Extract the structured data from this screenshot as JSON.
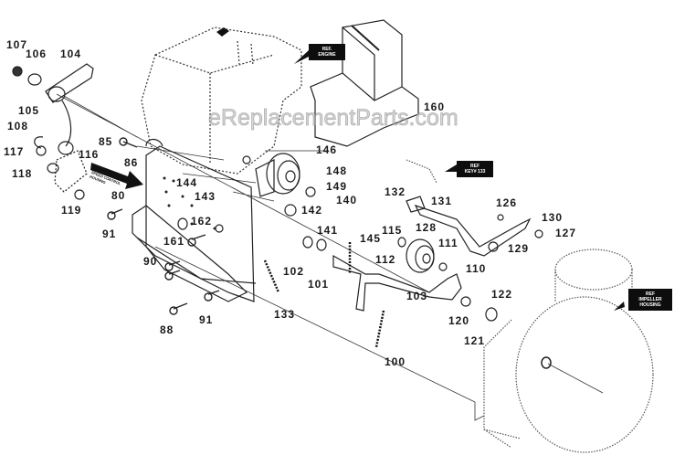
{
  "watermark": "eReplacementParts.com",
  "callouts": {
    "engine": "REF.\nENGINE",
    "key133": "REF\nKEY# 133",
    "impeller": "REF\nIMPELLER\nHOUSING"
  },
  "arrow_text": "SPEED CONTROL\nHOUSING",
  "parts": {
    "p107": "107",
    "p106": "106",
    "p104": "104",
    "p105": "105",
    "p108": "108",
    "p117": "117",
    "p116": "116",
    "p118": "118",
    "p119": "119",
    "p85": "85",
    "p86": "86",
    "p80": "80",
    "p91a": "91",
    "p91b": "91",
    "p144": "144",
    "p143": "143",
    "p162": "162",
    "p161": "161",
    "p90": "90",
    "p88": "88",
    "p146": "146",
    "p148": "148",
    "p149": "149",
    "p140": "140",
    "p142": "142",
    "p141": "141",
    "p145": "145",
    "p102": "102",
    "p101": "101",
    "p133": "133",
    "p160": "160",
    "p132": "132",
    "p131": "131",
    "p128": "128",
    "p126": "126",
    "p130": "130",
    "p127": "127",
    "p129": "129",
    "p115": "115",
    "p111": "111",
    "p112": "112",
    "p110": "110",
    "p103": "103",
    "p122": "122",
    "p120": "120",
    "p121": "121",
    "p100": "100"
  }
}
